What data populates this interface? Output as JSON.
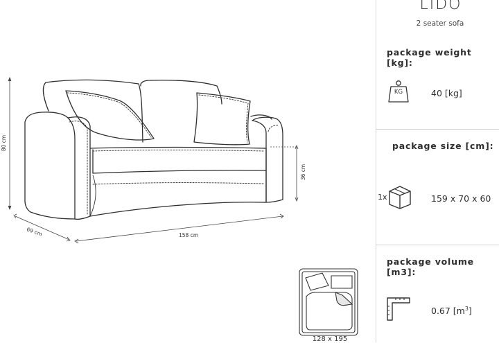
{
  "product": {
    "name": "LIDO",
    "subtitle": "2 seater sofa"
  },
  "dimensions": {
    "height": "80 cm",
    "depth": "69 cm",
    "width": "158 cm",
    "seat_height": "36 cm",
    "bed_size": "128 x 195"
  },
  "package": {
    "weight_title": "package weight [kg]:",
    "weight_icon_label": "KG",
    "weight_value": "40 [kg]",
    "size_title": "package size [cm]:",
    "size_count": "1x",
    "size_value": "159 x 70 x 60",
    "volume_title": "package volume [m3]:",
    "volume_value_prefix": "0.67 [m",
    "volume_value_sup": "3",
    "volume_value_suffix": "]"
  },
  "icons": {
    "weight": "weight-kg-icon",
    "box": "package-box-icon",
    "volume": "volume-ruler-icon",
    "bed": "bed-plan-icon"
  }
}
